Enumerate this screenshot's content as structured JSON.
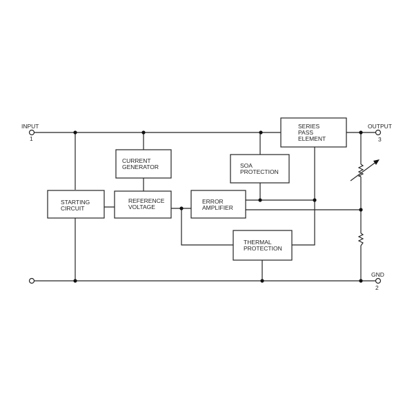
{
  "terminals": {
    "input": {
      "label": "INPUT",
      "pin": "1"
    },
    "output": {
      "label": "OUTPUT",
      "pin": "3"
    },
    "gnd": {
      "label": "GND",
      "pin": "2"
    }
  },
  "blocks": {
    "series_pass": [
      "SERIES",
      "PASS",
      "ELEMENT"
    ],
    "current_generator": [
      "CURRENT",
      "GENERATOR"
    ],
    "soa_protection": [
      "SOA",
      "PROTECTION"
    ],
    "starting_circuit": [
      "STARTING",
      "CIRCUIT"
    ],
    "reference_voltage": [
      "REFERENCE",
      "VOLTAGE"
    ],
    "error_amplifier": [
      "ERROR",
      "AMPLIFIER"
    ],
    "thermal_protection": [
      "THERMAL",
      "PROTECTION"
    ]
  }
}
